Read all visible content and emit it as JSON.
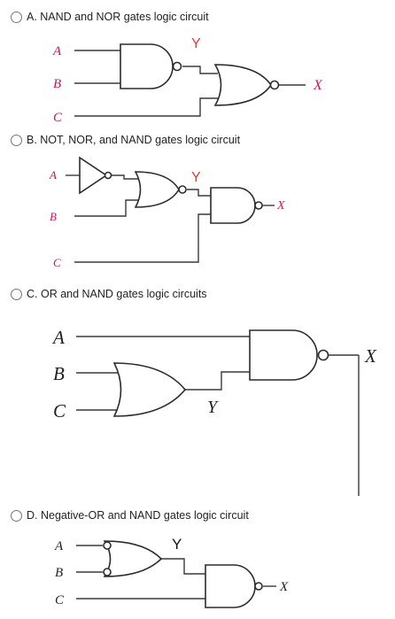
{
  "options": [
    {
      "letter": "A",
      "label": "A. NAND and NOR gates logic circuit",
      "inputs": [
        "A",
        "B",
        "C"
      ],
      "intermediate": "Y",
      "output": "X"
    },
    {
      "letter": "B",
      "label": "B. NOT, NOR, and NAND gates logic circuit",
      "inputs": [
        "A",
        "B",
        "C"
      ],
      "intermediate": "Y",
      "output": "X"
    },
    {
      "letter": "C",
      "label": "C. OR and NAND gates logic circuits",
      "inputs": [
        "A",
        "B",
        "C"
      ],
      "intermediate": "Y",
      "output": "X"
    },
    {
      "letter": "D",
      "label": "D. Negative-OR and NAND gates logic circuit",
      "inputs": [
        "A",
        "B",
        "C"
      ],
      "intermediate": "Y",
      "output": "X"
    }
  ]
}
